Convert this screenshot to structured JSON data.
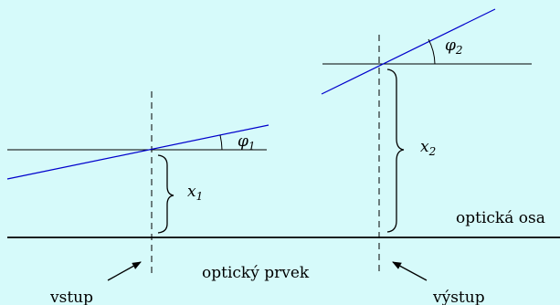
{
  "labels": {
    "optical_axis": "optická osa",
    "optical_element": "optický prvek",
    "input": "vstup",
    "output": "výstup"
  },
  "symbols": {
    "phi_1": "φ",
    "phi_1_sub": "1",
    "phi_2": "φ",
    "phi_2_sub": "2",
    "x_1": "x",
    "x_1_sub": "1",
    "x_2": "x",
    "x_2_sub": "2"
  },
  "colors": {
    "background": "#d6fafa",
    "ray": "#0000cc",
    "lines": "#000000"
  }
}
